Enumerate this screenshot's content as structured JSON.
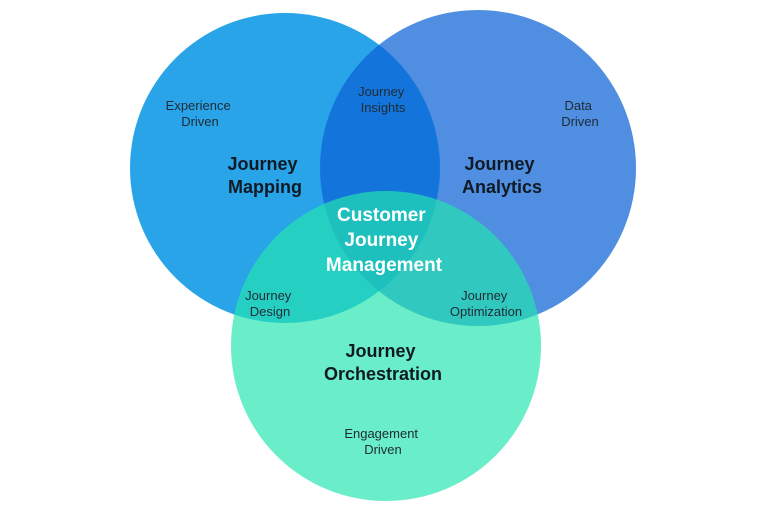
{
  "colors": {
    "circle_mapping": "#1f9fe8",
    "circle_analytics": "#0b63d6",
    "circle_orchestration": "#24e5b0",
    "background": "#ffffff"
  },
  "circles": {
    "mapping": {
      "title_line1": "Journey",
      "title_line2": "Mapping",
      "note_line1": "Experience",
      "note_line2": "Driven"
    },
    "analytics": {
      "title_line1": "Journey",
      "title_line2": "Analytics",
      "note_line1": "Data",
      "note_line2": "Driven"
    },
    "orchestration": {
      "title_line1": "Journey",
      "title_line2": "Orchestration",
      "note_line1": "Engagement",
      "note_line2": "Driven"
    }
  },
  "overlaps": {
    "mapping_analytics": {
      "line1": "Journey",
      "line2": "Insights"
    },
    "mapping_orchestration": {
      "line1": "Journey",
      "line2": "Design"
    },
    "analytics_orchestration": {
      "line1": "Journey",
      "line2": "Optimization"
    }
  },
  "center": {
    "line1": "Customer",
    "line2": "Journey",
    "line3": "Management"
  }
}
